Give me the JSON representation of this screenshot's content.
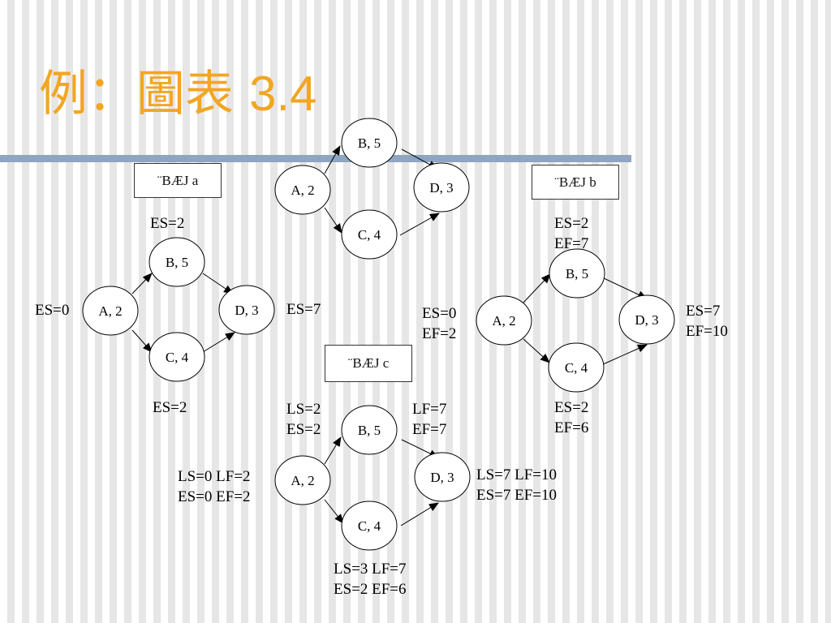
{
  "slide": {
    "title_prefix": "例：圖表 ",
    "title_number": "3.4",
    "title_color": "#f2a623",
    "rule_color": "#8ea6c2"
  },
  "panels": {
    "a": {
      "label": "¨BÆJ a"
    },
    "b": {
      "label": "¨BÆJ  b"
    },
    "c": {
      "label": "¨BÆJ c"
    }
  },
  "nodes": {
    "A": "A, 2",
    "B": "B, 5",
    "C": "C, 4",
    "D": "D, 3"
  },
  "annotations": {
    "a_es_b": "ES=2",
    "a_es_a": "ES=0",
    "a_es_d": "ES=7",
    "a_es_c": "ES=2",
    "b_b_line1": "ES=2",
    "b_b_line2": "EF=7",
    "b_a_line1": "ES=0",
    "b_a_line2": "EF=2",
    "b_d_line1": "ES=7",
    "b_d_line2": "EF=10",
    "b_c_line1": "ES=2",
    "b_c_line2": "EF=6",
    "c_b_left_line1": "LS=2",
    "c_b_left_line2": "ES=2",
    "c_b_right_line1": "LF=7",
    "c_b_right_line2": "EF=7",
    "c_a_line1": "LS=0 LF=2",
    "c_a_line2": "ES=0 EF=2",
    "c_d_line1": "LS=7 LF=10",
    "c_d_line2": "ES=7 EF=10",
    "c_c_line1": "LS=3 LF=7",
    "c_c_line2": "ES=2 EF=6"
  }
}
